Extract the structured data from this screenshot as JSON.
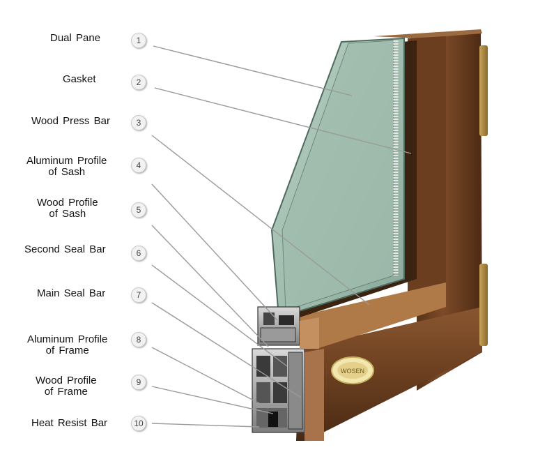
{
  "colors": {
    "wood": "#7a4a2a",
    "glass": "#a9c4b7",
    "aluminum": "#b8b8b8",
    "leader": "#9a9a9a"
  },
  "callouts": [
    {
      "num": "1",
      "lines": [
        "Dual  Pane"
      ]
    },
    {
      "num": "2",
      "lines": [
        "Gasket"
      ]
    },
    {
      "num": "3",
      "lines": [
        "Wood Press Bar"
      ]
    },
    {
      "num": "4",
      "lines": [
        "Aluminum Profile",
        "of  Sash"
      ]
    },
    {
      "num": "5",
      "lines": [
        "Wood Profile",
        "of  Sash"
      ]
    },
    {
      "num": "6",
      "lines": [
        "Second Seal Bar"
      ]
    },
    {
      "num": "7",
      "lines": [
        "Main Seal Bar"
      ]
    },
    {
      "num": "8",
      "lines": [
        "Aluminum Profile",
        "of  Frame"
      ]
    },
    {
      "num": "9",
      "lines": [
        "Wood  Profile",
        "of  Frame"
      ]
    },
    {
      "num": "10",
      "lines": [
        "Heat Resist Bar"
      ]
    }
  ],
  "badge": {
    "text": "WOSEN"
  }
}
